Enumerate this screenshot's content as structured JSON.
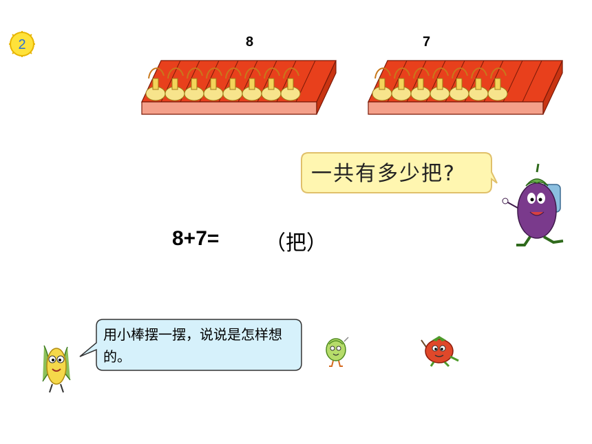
{
  "badge": {
    "number": "2"
  },
  "trays": [
    {
      "count": "8"
    },
    {
      "count": "7"
    }
  ],
  "question": {
    "text": "一共有多少把?"
  },
  "equation": {
    "expression": "8+7=",
    "unit": "（把）"
  },
  "hint": {
    "text": "用小棒摆一摆，说说是怎样想的。"
  },
  "colors": {
    "tray_red": "#e8401c",
    "tray_rim": "#f4a08a",
    "bubble_yellow": "#fff6b0",
    "bubble_blue": "#d6f1fb"
  },
  "icons": [
    "number-badge-icon",
    "eggplant-character-icon",
    "corn-character-icon",
    "cabbage-character-icon",
    "tomato-character-icon"
  ]
}
